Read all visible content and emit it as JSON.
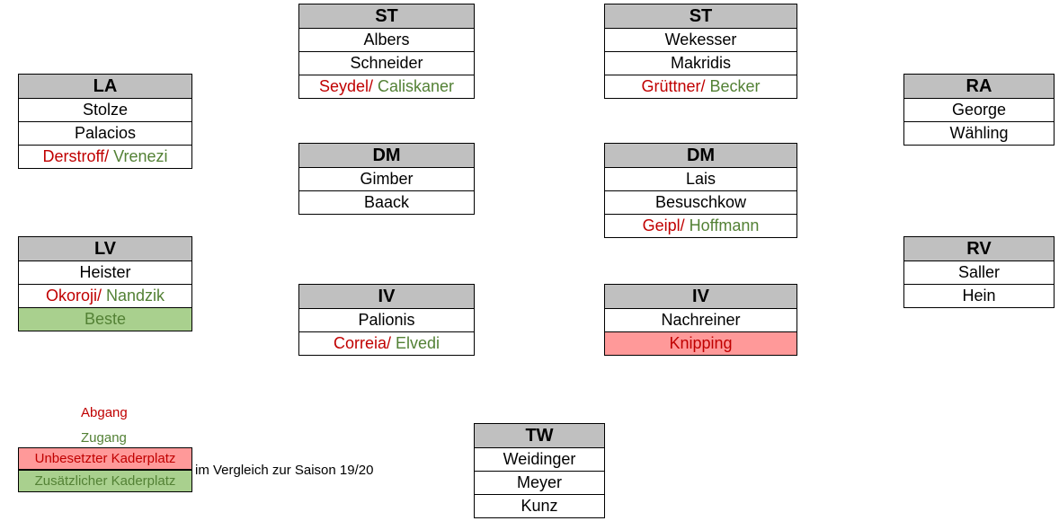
{
  "positions": {
    "st_left": {
      "label": "ST",
      "players": [
        "Albers",
        "Schneider"
      ],
      "abgang": "Seydel",
      "zugang": "Caliskaner"
    },
    "st_right": {
      "label": "ST",
      "players": [
        "Wekesser",
        "Makridis"
      ],
      "abgang": "Grüttner",
      "zugang": "Becker"
    },
    "la": {
      "label": "LA",
      "players": [
        "Stolze",
        "Palacios"
      ],
      "abgang": "Derstroff",
      "zugang": "Vrenezi"
    },
    "ra": {
      "label": "RA",
      "players": [
        "George",
        "Wähling"
      ]
    },
    "dm_left": {
      "label": "DM",
      "players": [
        "Gimber",
        "Baack"
      ]
    },
    "dm_right": {
      "label": "DM",
      "players": [
        "Lais",
        "Besuschkow"
      ],
      "abgang": "Geipl",
      "zugang": "Hoffmann"
    },
    "lv": {
      "label": "LV",
      "players": [
        "Heister"
      ],
      "abgang": "Okoroji",
      "zugang": "Nandzik",
      "extra": "Beste"
    },
    "rv": {
      "label": "RV",
      "players": [
        "Saller",
        "Hein"
      ]
    },
    "iv_left": {
      "label": "IV",
      "players": [
        "Palionis"
      ],
      "abgang": "Correia",
      "zugang": "Elvedi"
    },
    "iv_right": {
      "label": "IV",
      "players": [
        "Nachreiner"
      ],
      "vacant": "Knipping"
    },
    "tw": {
      "label": "TW",
      "players": [
        "Weidinger",
        "Meyer",
        "Kunz"
      ]
    }
  },
  "separator": "/ ",
  "legend": {
    "abgang": "Abgang",
    "zugang": "Zugang",
    "unbesetzt": "Unbesetzter Kaderplatz",
    "zusaetzlich": "Zusätzlicher Kaderplatz",
    "note": "im Vergleich zur Saison 19/20"
  },
  "colors": {
    "abgang": "#c00000",
    "zugang": "#538135",
    "header": "#c0c0c0",
    "unbesetzt_fill": "#ff9999",
    "zusaetzlich_fill": "#a9d08e"
  }
}
